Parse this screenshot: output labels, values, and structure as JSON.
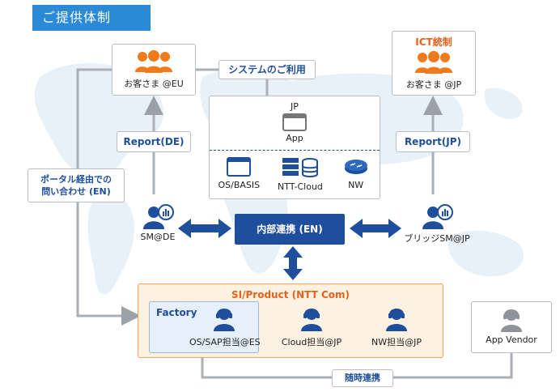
{
  "title": "ご提供体制",
  "nodes": {
    "customer_eu": "お客さま @EU",
    "customer_jp": "お客さま @JP",
    "ict_label": "ICT統制",
    "system_use": "システムのご利用",
    "report_de": "Report(DE)",
    "report_jp": "Report(JP)",
    "portal_inquiry": "ポータル経由での\n問い合わせ (EN)",
    "sm_de": "SM@DE",
    "bridge_sm_jp": "ブリッジSM@JP",
    "internal_link": "内部連携 (EN)",
    "app_vendor": "App Vendor",
    "adhoc_link": "随時連携"
  },
  "platform": {
    "jp_label": "JP",
    "app_label": "App",
    "items": [
      "OS/BASIS",
      "NTT-Cloud",
      "NW"
    ]
  },
  "si": {
    "title": "SI/Product (NTT Com)",
    "factory_title": "Factory",
    "staff": [
      "OS/SAP担当@ES",
      "Cloud担当@JP",
      "NW担当@JP"
    ]
  },
  "colors": {
    "brand_blue": "#2a8ad7",
    "dark_blue": "#1f4f9c",
    "orange": "#e8611b",
    "grey_line": "#aab0b6"
  }
}
